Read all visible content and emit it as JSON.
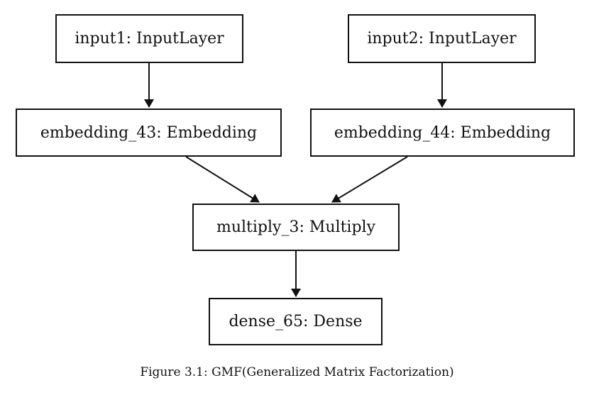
{
  "nodes": {
    "input1": "input1: InputLayer",
    "input2": "input2: InputLayer",
    "embedding_43": "embedding_43: Embedding",
    "embedding_44": "embedding_44: Embedding",
    "multiply_3": "multiply_3: Multiply",
    "dense_65": "dense_65: Dense"
  },
  "edges": [
    {
      "from": "input1",
      "to": "embedding_43"
    },
    {
      "from": "input2",
      "to": "embedding_44"
    },
    {
      "from": "embedding_43",
      "to": "multiply_3"
    },
    {
      "from": "embedding_44",
      "to": "multiply_3"
    },
    {
      "from": "multiply_3",
      "to": "dense_65"
    }
  ],
  "caption": "Figure 3.1: GMF(Generalized Matrix Factorization)",
  "colors": {
    "stroke": "#111111",
    "background": "#ffffff"
  }
}
